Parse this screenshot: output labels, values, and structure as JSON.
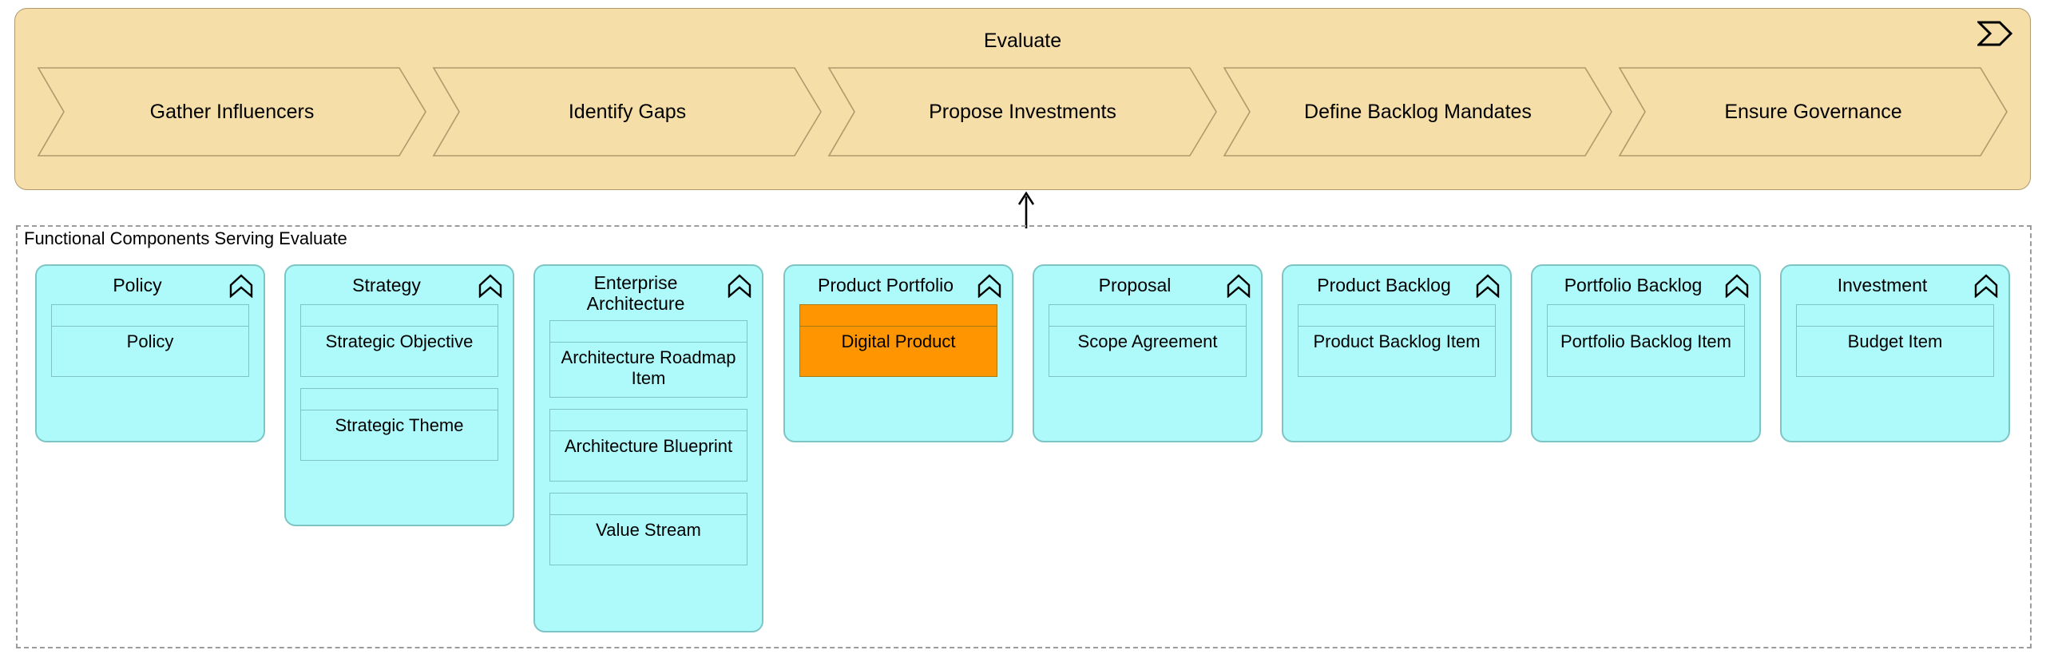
{
  "banner": {
    "title": "Evaluate",
    "icon": "business-process-chevron-icon",
    "fill_color": "#F5DEA8",
    "border_color": "#B09A6B",
    "steps": [
      {
        "label": "Gather Influencers"
      },
      {
        "label": "Identify Gaps"
      },
      {
        "label": "Propose Investments"
      },
      {
        "label": "Define Backlog Mandates"
      },
      {
        "label": "Ensure Governance"
      }
    ]
  },
  "connector": {
    "icon": "up-arrow-icon"
  },
  "group": {
    "label": "Functional Components Serving Evaluate",
    "border_color": "#9c9c9c"
  },
  "palette": {
    "card_fill": "#AEFAFA",
    "card_border": "#7FC4C4",
    "highlight_fill": "#FF9500",
    "highlight_border": "#A87A12"
  },
  "cards": [
    {
      "title": "Policy",
      "icon": "capability-chevron-icon",
      "items": [
        {
          "label": "Policy",
          "highlight": false
        }
      ]
    },
    {
      "title": "Strategy",
      "icon": "capability-chevron-icon",
      "items": [
        {
          "label": "Strategic Objective",
          "highlight": false
        },
        {
          "label": "Strategic Theme",
          "highlight": false
        }
      ]
    },
    {
      "title": "Enterprise Architecture",
      "icon": "capability-chevron-icon",
      "items": [
        {
          "label": "Architecture Roadmap Item",
          "highlight": false
        },
        {
          "label": "Architecture Blueprint",
          "highlight": false
        },
        {
          "label": "Value Stream",
          "highlight": false
        }
      ]
    },
    {
      "title": "Product Portfolio",
      "icon": "capability-chevron-icon",
      "items": [
        {
          "label": "Digital Product",
          "highlight": true
        }
      ]
    },
    {
      "title": "Proposal",
      "icon": "capability-chevron-icon",
      "items": [
        {
          "label": "Scope Agreement",
          "highlight": false
        }
      ]
    },
    {
      "title": "Product Backlog",
      "icon": "capability-chevron-icon",
      "items": [
        {
          "label": "Product Backlog Item",
          "highlight": false
        }
      ]
    },
    {
      "title": "Portfolio Backlog",
      "icon": "capability-chevron-icon",
      "items": [
        {
          "label": "Portfolio Backlog Item",
          "highlight": false
        }
      ]
    },
    {
      "title": "Investment",
      "icon": "capability-chevron-icon",
      "items": [
        {
          "label": "Budget Item",
          "highlight": false
        }
      ]
    }
  ]
}
